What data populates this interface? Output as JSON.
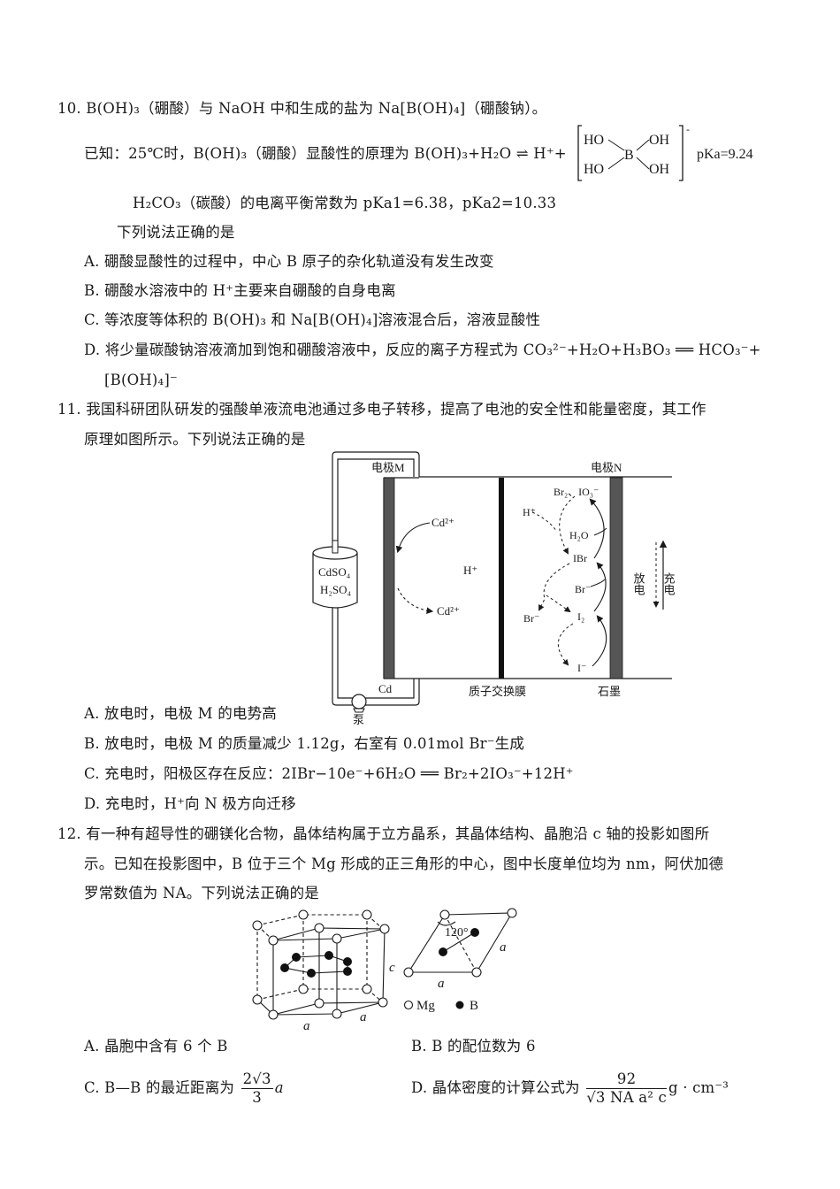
{
  "q10": {
    "number": "10.",
    "intro": "B(OH)₃（硼酸）与 NaOH 中和生成的盐为 Na[B(OH)₄]（硼酸钠）。",
    "known_prefix": "已知：25℃时，B(OH)₃（硼酸）显酸性的原理为 B(OH)₃+H₂O ⇌ H⁺+",
    "complex_ion": {
      "top_left": "HO",
      "top_right": "OH",
      "center": "B",
      "bottom_left": "HO",
      "bottom_right": "OH",
      "charge": "-"
    },
    "pka": "pKa=9.24",
    "carbonic": "H₂CO₃（碳酸）的电离平衡常数为 pKa1=6.38，pKa2=10.33",
    "stem": "下列说法正确的是",
    "options": [
      {
        "label": "A.",
        "text": "硼酸显酸性的过程中，中心 B 原子的杂化轨道没有发生改变"
      },
      {
        "label": "B.",
        "text": "硼酸水溶液中的 H⁺主要来自硼酸的自身电离"
      },
      {
        "label": "C.",
        "text": "等浓度等体积的 B(OH)₃ 和 Na[B(OH)₄]溶液混合后，溶液显酸性"
      },
      {
        "label": "D.",
        "text": "将少量碳酸钠溶液滴加到饱和硼酸溶液中，反应的离子方程式为 CO₃²⁻+H₂O+H₃BO₃ ══ HCO₃⁻+",
        "continuation": "[B(OH)₄]⁻"
      }
    ]
  },
  "q11": {
    "number": "11.",
    "stem_line1": "我国科研团队研发的强酸单液流电池通过多电子转移，提高了电池的安全性和能量密度，其工作",
    "stem_line2": "原理如图所示。下列说法正确的是",
    "diagram": {
      "electrode_m": "电极M",
      "electrode_n": "电极N",
      "tank_line1": "CdSO₄",
      "tank_line2": "H₂SO₄",
      "cd_top": "Cd²⁺",
      "cd_bottom": "Cd²⁺",
      "h_plus_center": "H⁺",
      "cd_label": "Cd",
      "membrane_label": "质子交换膜",
      "graphite_label": "石墨",
      "pump_label": "泵",
      "species": {
        "br2_io3": "Br₂、IO₃⁻",
        "h_plus": "H⁺",
        "h2o": "H₂O",
        "ibr": "IBr",
        "br_minus_right": "Br⁻",
        "br_minus_left": "Br⁻",
        "i2": "I₂",
        "i_minus": "I⁻"
      },
      "legend_discharge": "放电",
      "legend_charge": "充电"
    },
    "options": [
      {
        "label": "A.",
        "text": "放电时，电极 M 的电势高"
      },
      {
        "label": "B.",
        "text": "放电时，电极 M 的质量减少 1.12g，右室有 0.01mol Br⁻生成"
      },
      {
        "label": "C.",
        "text": "充电时，阳极区存在反应：2IBr−10e⁻+6H₂O ══ Br₂+2IO₃⁻+12H⁺"
      },
      {
        "label": "D.",
        "text": "充电时，H⁺向 N 极方向迁移"
      }
    ]
  },
  "q12": {
    "number": "12.",
    "stem_line1": "有一种有超导性的硼镁化合物，晶体结构属于立方晶系，其晶体结构、晶胞沿 c 轴的投影如图所",
    "stem_line2": "示。已知在投影图中，B 位于三个 Mg 形成的正三角形的中心，图中长度单位均为 nm，阿伏加德",
    "stem_line3": "罗常数值为 NA。下列说法正确的是",
    "diagram": {
      "a_label": "a",
      "c_label": "c",
      "angle_label": "120°",
      "legend_mg": "Mg",
      "legend_b": "B"
    },
    "options": [
      {
        "label": "A.",
        "text": "晶胞中含有 6 个 B"
      },
      {
        "label": "B.",
        "text": "B 的配位数为 6"
      },
      {
        "label": "C.",
        "text": "B—B 的最近距离为",
        "frac_num": "2√3",
        "frac_den": "3",
        "tail": "a"
      },
      {
        "label": "D.",
        "text": "晶体密度的计算公式为",
        "frac_num": "92",
        "frac_den": "√3 NA a² c",
        "tail": "g · cm⁻³"
      }
    ]
  }
}
